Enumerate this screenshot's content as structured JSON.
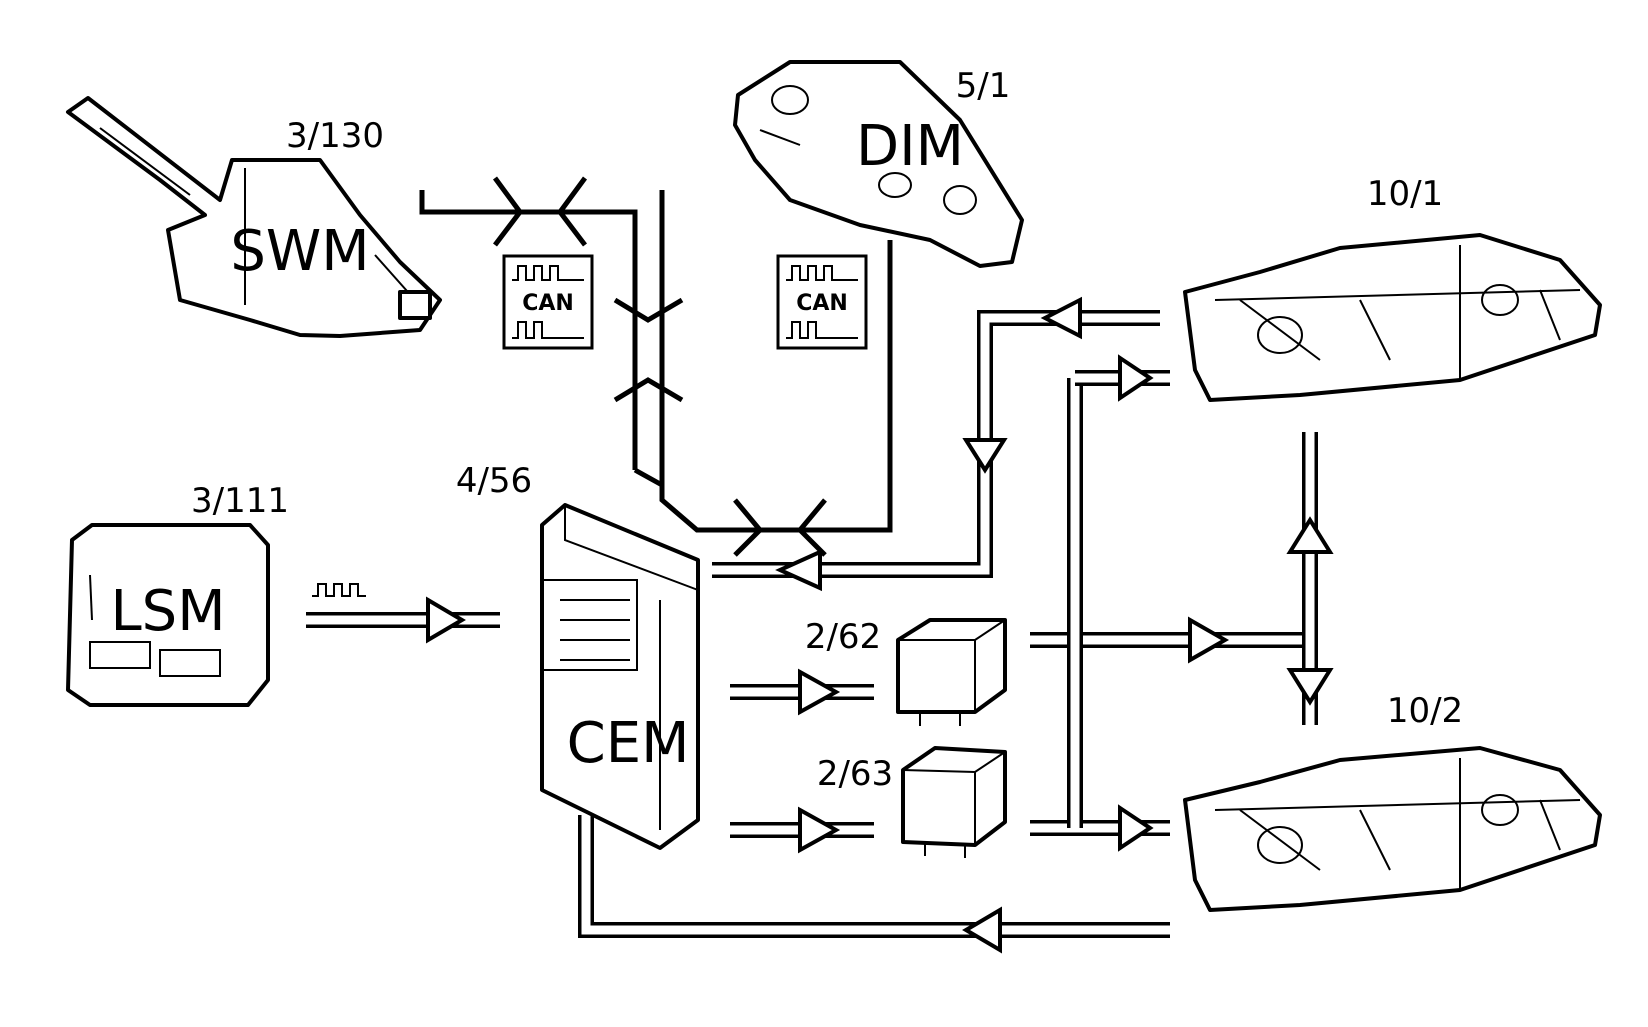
{
  "components": {
    "swm": {
      "ref": "3/130",
      "acronym": "SWM"
    },
    "dim": {
      "ref": "5/1",
      "acronym": "DIM"
    },
    "lsm": {
      "ref": "3/111",
      "acronym": "LSM"
    },
    "cem": {
      "ref": "4/56",
      "acronym": "CEM"
    },
    "relay_1": {
      "ref": "2/62"
    },
    "relay_2": {
      "ref": "2/63"
    },
    "headlamp_left": {
      "ref": "10/1"
    },
    "headlamp_right": {
      "ref": "10/2"
    }
  },
  "can_badges": [
    {
      "label": "CAN"
    },
    {
      "label": "CAN"
    }
  ]
}
